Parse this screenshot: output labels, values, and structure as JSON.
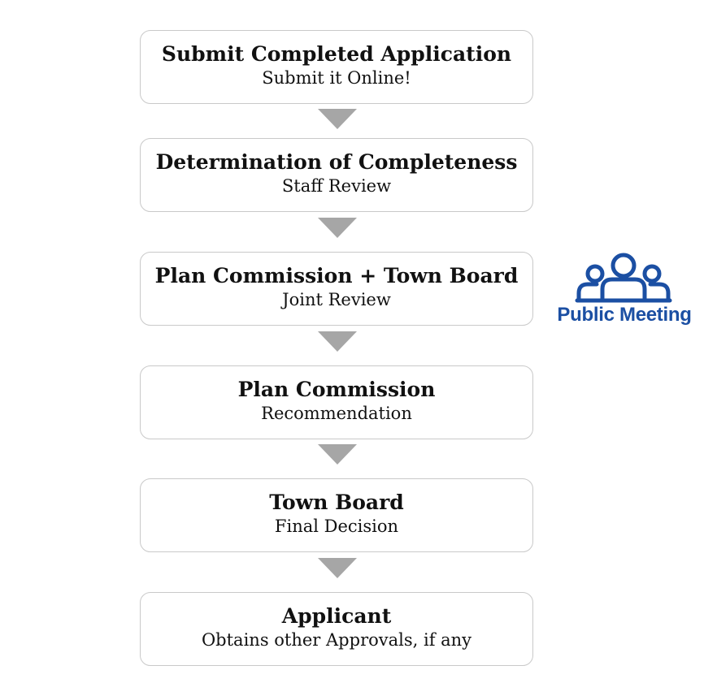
{
  "flow": {
    "steps": [
      {
        "title": "Submit Completed Application",
        "subtitle": "Submit it Online!"
      },
      {
        "title": "Determination of Completeness",
        "subtitle": "Staff Review"
      },
      {
        "title": "Plan Commission + Town Board",
        "subtitle": "Joint Review"
      },
      {
        "title": "Plan Commission",
        "subtitle": "Recommendation"
      },
      {
        "title": "Town Board",
        "subtitle": "Final Decision"
      },
      {
        "title": "Applicant",
        "subtitle": "Obtains other Approvals, if any"
      }
    ]
  },
  "callout": {
    "label": "Public Meeting",
    "icon": "people-group-icon",
    "color": "#1b4fa3"
  },
  "colors": {
    "arrow": "#a6a6a6",
    "box_border": "#c9c9c9"
  }
}
